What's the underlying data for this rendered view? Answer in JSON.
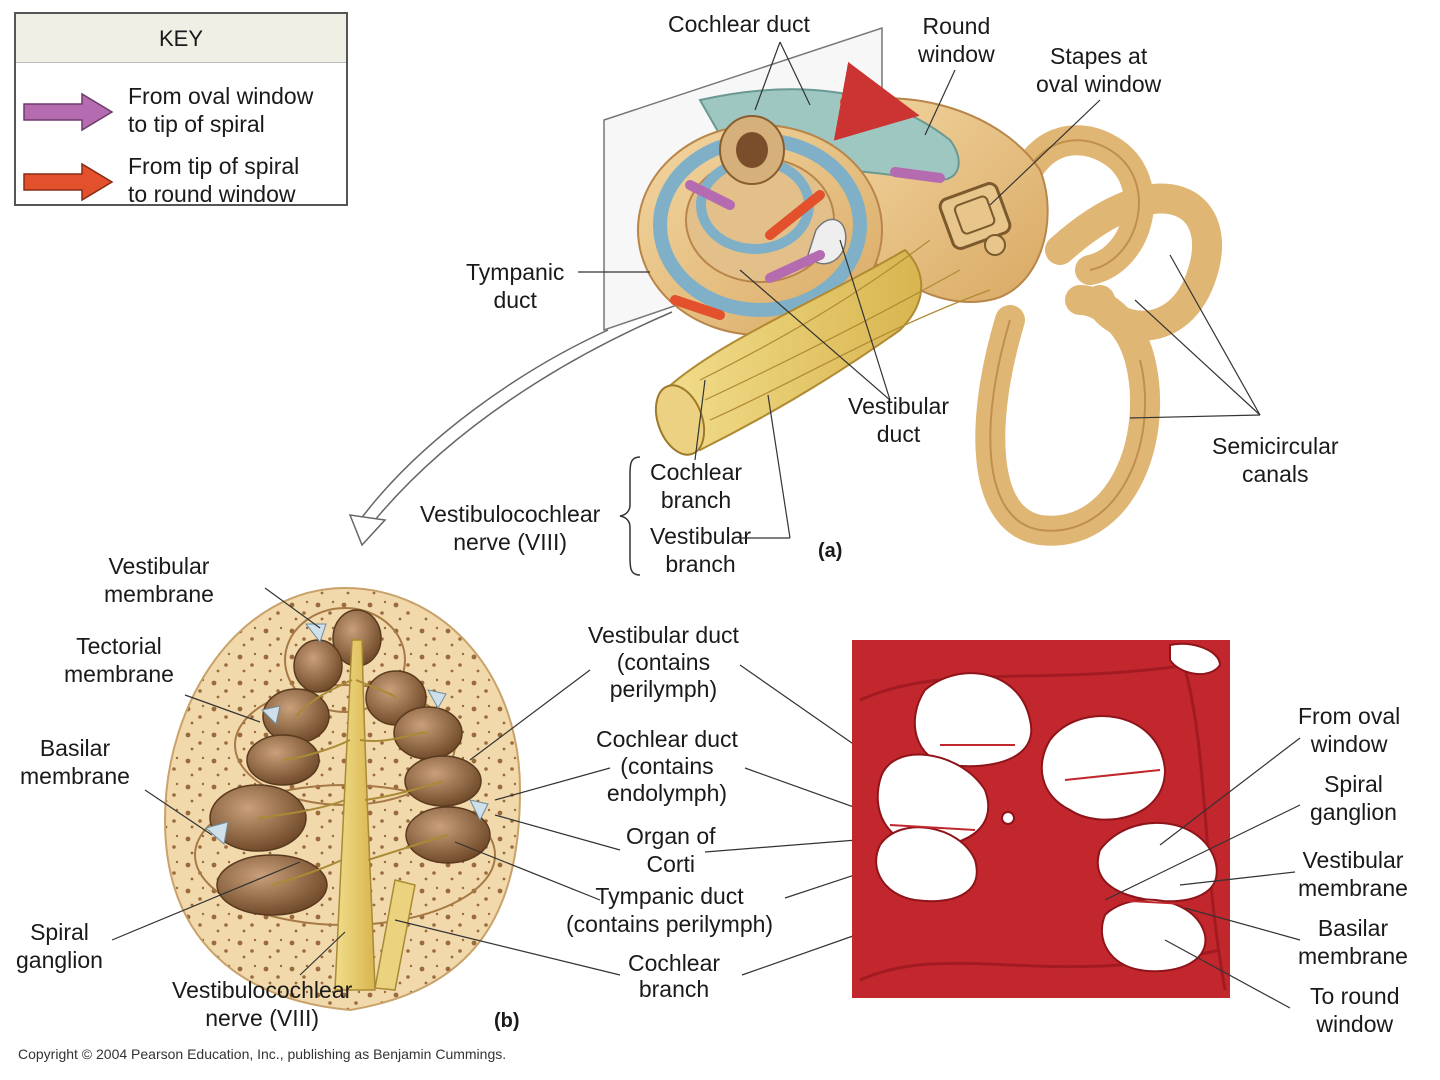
{
  "key": {
    "title": "KEY",
    "items": [
      {
        "line1": "From oval window",
        "line2": "to tip of spiral",
        "color": "#b56bb0"
      },
      {
        "line1": "From tip of spiral",
        "line2": "to round window",
        "color": "#e2502c"
      }
    ]
  },
  "panel_a": {
    "tag": "(a)",
    "labels": {
      "cochlear_duct": "Cochlear duct",
      "round_window": [
        "Round",
        "window"
      ],
      "stapes": [
        "Stapes at",
        "oval window"
      ],
      "tympanic_duct": [
        "Tympanic",
        "duct"
      ],
      "vestibular_duct": [
        "Vestibular",
        "duct"
      ],
      "semicircular": [
        "Semicircular",
        "canals"
      ],
      "cochlear_branch": [
        "Cochlear",
        "branch"
      ],
      "vestibular_branch": [
        "Vestibular",
        "branch"
      ],
      "nerve": [
        "Vestibulocochlear",
        "nerve (VIII)"
      ]
    }
  },
  "panel_b": {
    "tag": "(b)",
    "left_labels": {
      "vestibular_membrane": [
        "Vestibular",
        "membrane"
      ],
      "tectorial_membrane": [
        "Tectorial",
        "membrane"
      ],
      "basilar_membrane": [
        "Basilar",
        "membrane"
      ],
      "spiral_ganglion": [
        "Spiral",
        "ganglion"
      ],
      "nerve": [
        "Vestibulocochlear",
        "nerve (VIII)"
      ]
    },
    "center_labels": {
      "vestibular_duct": [
        "Vestibular duct",
        "(contains",
        "perilymph)"
      ],
      "cochlear_duct": [
        "Cochlear duct",
        "(contains",
        "endolymph)"
      ],
      "organ_of_corti": [
        "Organ of",
        "Corti"
      ],
      "tympanic_duct": [
        "Tympanic duct",
        "(contains perilymph)"
      ],
      "cochlear_branch": [
        "Cochlear",
        "branch"
      ]
    },
    "right_labels": {
      "from_oval": [
        "From oval",
        "window"
      ],
      "spiral_ganglion": [
        "Spiral",
        "ganglion"
      ],
      "vestibular_membrane": [
        "Vestibular",
        "membrane"
      ],
      "basilar_membrane": [
        "Basilar",
        "membrane"
      ],
      "to_round": [
        "To round",
        "window"
      ]
    }
  },
  "copyright": "Copyright © 2004 Pearson Education, Inc., publishing as Benjamin Cummings."
}
